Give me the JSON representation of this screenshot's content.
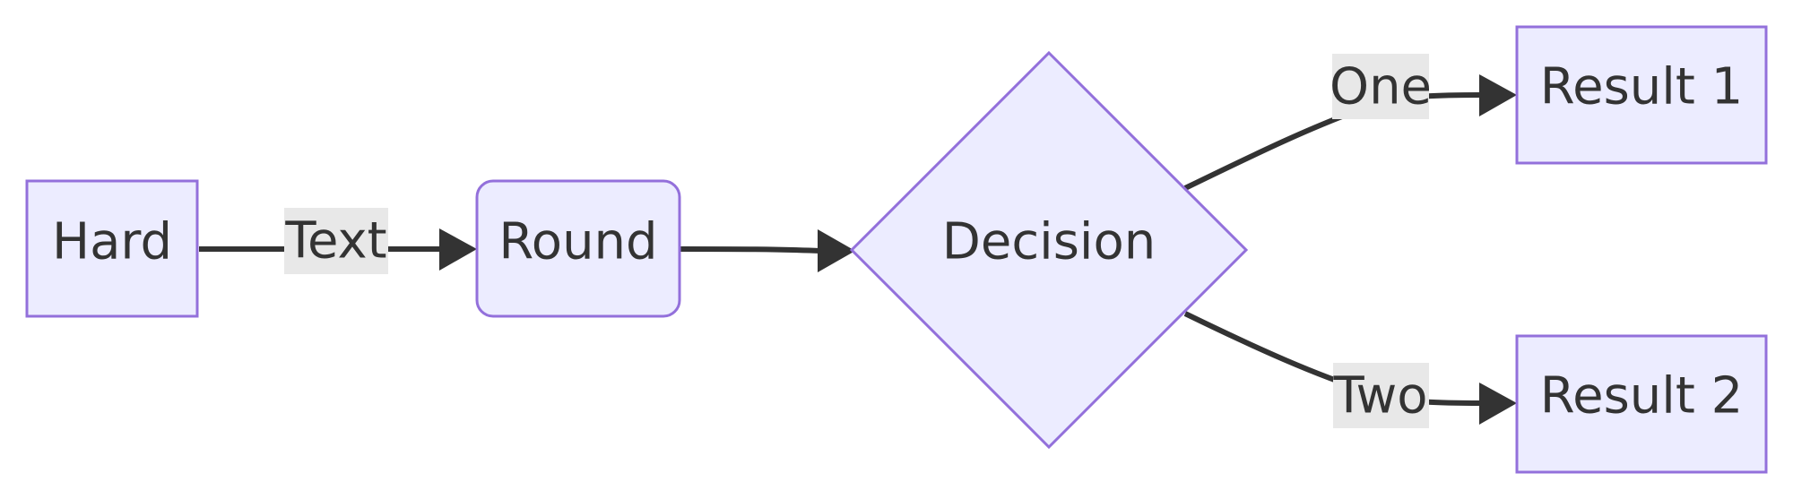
{
  "nodes": {
    "hard": {
      "label": "Hard"
    },
    "round": {
      "label": "Round"
    },
    "decision": {
      "label": "Decision"
    },
    "result1": {
      "label": "Result 1"
    },
    "result2": {
      "label": "Result 2"
    }
  },
  "edges": {
    "hard_round": {
      "label": "Text"
    },
    "round_decision": {
      "label": ""
    },
    "decision_result1": {
      "label": "One"
    },
    "decision_result2": {
      "label": "Two"
    }
  },
  "colors": {
    "node_fill": "#ECECFF",
    "node_stroke": "#9370DB",
    "edge": "#333333",
    "edge_label_bg": "#e8e8e8",
    "text": "#333333"
  }
}
